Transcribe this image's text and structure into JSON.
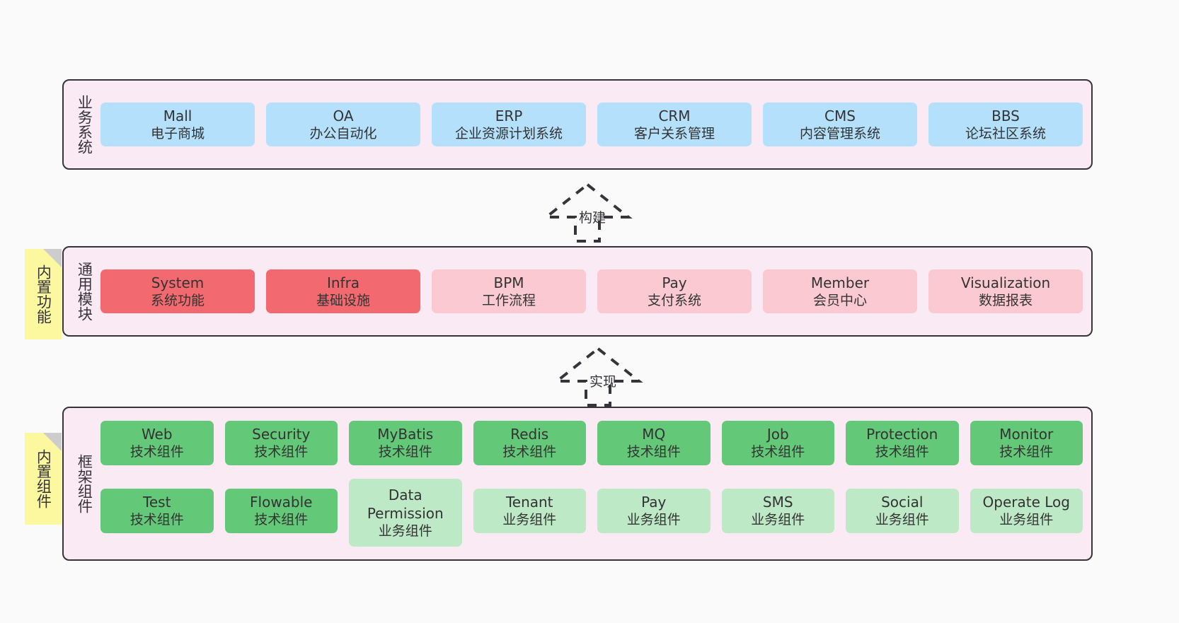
{
  "diagram": {
    "background_color": "#fafafa",
    "container_fill": "#faeaf4",
    "container_border": "#36343a",
    "colors": {
      "business": "#b4e0fb",
      "module_core": "#f26a6f",
      "module_optional": "#fbc9d2",
      "component_tech": "#63c878",
      "component_business": "#bde9c6",
      "note": "#fbf8a0",
      "note_fold": "#cdcdcd"
    }
  },
  "layers": {
    "business": {
      "label": "业务系统",
      "items": [
        {
          "title": "Mall",
          "subtitle": "电子商城",
          "color": "blue"
        },
        {
          "title": "OA",
          "subtitle": "办公自动化",
          "color": "blue"
        },
        {
          "title": "ERP",
          "subtitle": "企业资源计划系统",
          "color": "blue"
        },
        {
          "title": "CRM",
          "subtitle": "客户关系管理",
          "color": "blue"
        },
        {
          "title": "CMS",
          "subtitle": "内容管理系统",
          "color": "blue"
        },
        {
          "title": "BBS",
          "subtitle": "论坛社区系统",
          "color": "blue"
        }
      ]
    },
    "common": {
      "label": "通用模块",
      "note": "内置功能",
      "items": [
        {
          "title": "System",
          "subtitle": "系统功能",
          "color": "red"
        },
        {
          "title": "Infra",
          "subtitle": "基础设施",
          "color": "red"
        },
        {
          "title": "BPM",
          "subtitle": "工作流程",
          "color": "pink"
        },
        {
          "title": "Pay",
          "subtitle": "支付系统",
          "color": "pink"
        },
        {
          "title": "Member",
          "subtitle": "会员中心",
          "color": "pink"
        },
        {
          "title": "Visualization",
          "subtitle": "数据报表",
          "color": "pink"
        }
      ]
    },
    "framework": {
      "label": "框架组件",
      "note": "内置组件",
      "row1": [
        {
          "title": "Web",
          "subtitle": "技术组件",
          "color": "green-dark"
        },
        {
          "title": "Security",
          "subtitle": "技术组件",
          "color": "green-dark"
        },
        {
          "title": "MyBatis",
          "subtitle": "技术组件",
          "color": "green-dark"
        },
        {
          "title": "Redis",
          "subtitle": "技术组件",
          "color": "green-dark"
        },
        {
          "title": "MQ",
          "subtitle": "技术组件",
          "color": "green-dark"
        },
        {
          "title": "Job",
          "subtitle": "技术组件",
          "color": "green-dark"
        },
        {
          "title": "Protection",
          "subtitle": "技术组件",
          "color": "green-dark"
        },
        {
          "title": "Monitor",
          "subtitle": "技术组件",
          "color": "green-dark"
        }
      ],
      "row2": [
        {
          "title": "Test",
          "subtitle": "技术组件",
          "color": "green-dark"
        },
        {
          "title": "Flowable",
          "subtitle": "技术组件",
          "color": "green-dark"
        },
        {
          "title": "Data Permission",
          "subtitle": "业务组件",
          "color": "green-light"
        },
        {
          "title": "Tenant",
          "subtitle": "业务组件",
          "color": "green-light"
        },
        {
          "title": "Pay",
          "subtitle": "业务组件",
          "color": "green-light"
        },
        {
          "title": "SMS",
          "subtitle": "业务组件",
          "color": "green-light"
        },
        {
          "title": "Social",
          "subtitle": "业务组件",
          "color": "green-light"
        },
        {
          "title": "Operate Log",
          "subtitle": "业务组件",
          "color": "green-light"
        }
      ]
    }
  },
  "connectors": [
    {
      "label": "构建",
      "from": "通用模块",
      "to": "业务系统"
    },
    {
      "label": "实现",
      "from": "框架组件",
      "to": "通用模块"
    }
  ]
}
